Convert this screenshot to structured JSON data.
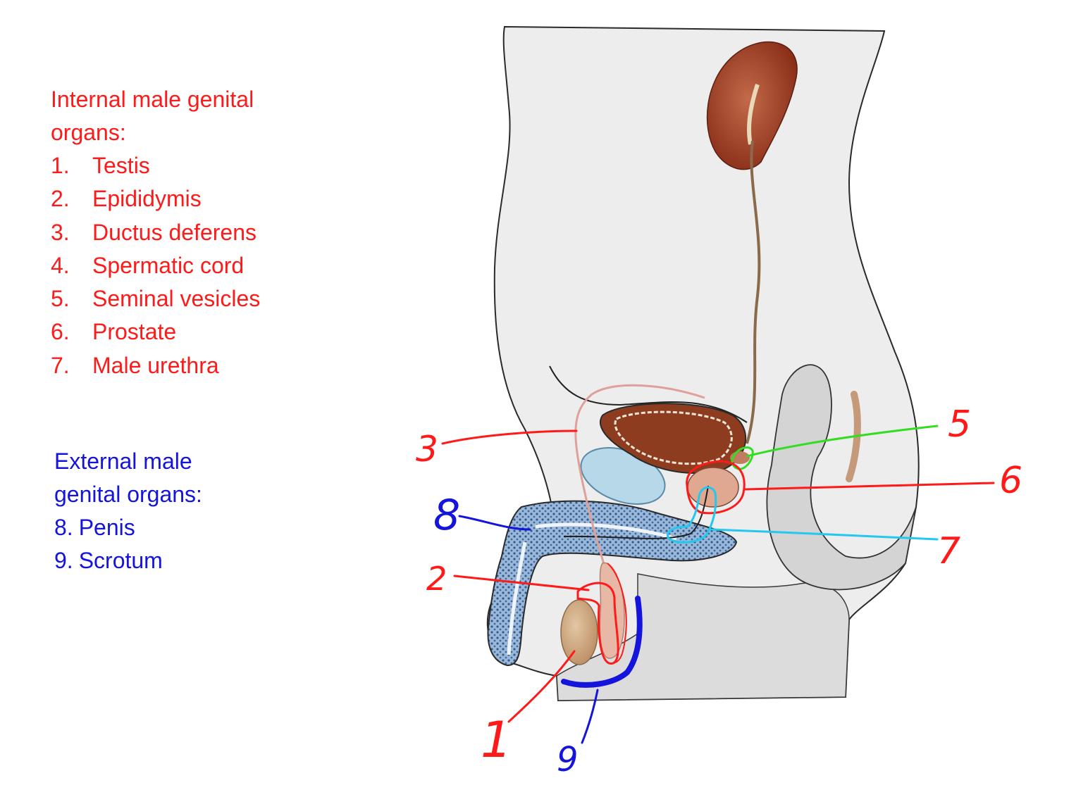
{
  "internal": {
    "heading_line1": "Internal male genital",
    "heading_line2": "organs:",
    "items": [
      {
        "num": "1.",
        "label": "Testis"
      },
      {
        "num": "2.",
        "label": "Epididymis"
      },
      {
        "num": "3.",
        "label": "Ductus deferens"
      },
      {
        "num": "4.",
        "label": "Spermatic cord"
      },
      {
        "num": "5.",
        "label": "Seminal vesicles"
      },
      {
        "num": "6.",
        "label": "Prostate"
      },
      {
        "num": "7.",
        "label": "Male urethra"
      }
    ],
    "color": "#ff1a1a"
  },
  "external": {
    "heading_line1": "External male",
    "heading_line2": "genital organs:",
    "items": [
      {
        "num": "8.",
        "label": "Penis"
      },
      {
        "num": "9.",
        "label": "Scrotum"
      }
    ],
    "color": "#1414dd"
  },
  "callouts": {
    "n1": "1",
    "n2": "2",
    "n3": "3",
    "n5": "5",
    "n6": "6",
    "n7": "7",
    "n8": "8",
    "n9": "9"
  },
  "colors": {
    "red": "#ff1a1a",
    "blue": "#1414dd",
    "green": "#33dd22",
    "cyan": "#22c8ee",
    "kidney": "#9a3a22",
    "bladder": "#8a3a20",
    "penis_blue": "#6f95bd",
    "testis": "#c9a07a"
  }
}
